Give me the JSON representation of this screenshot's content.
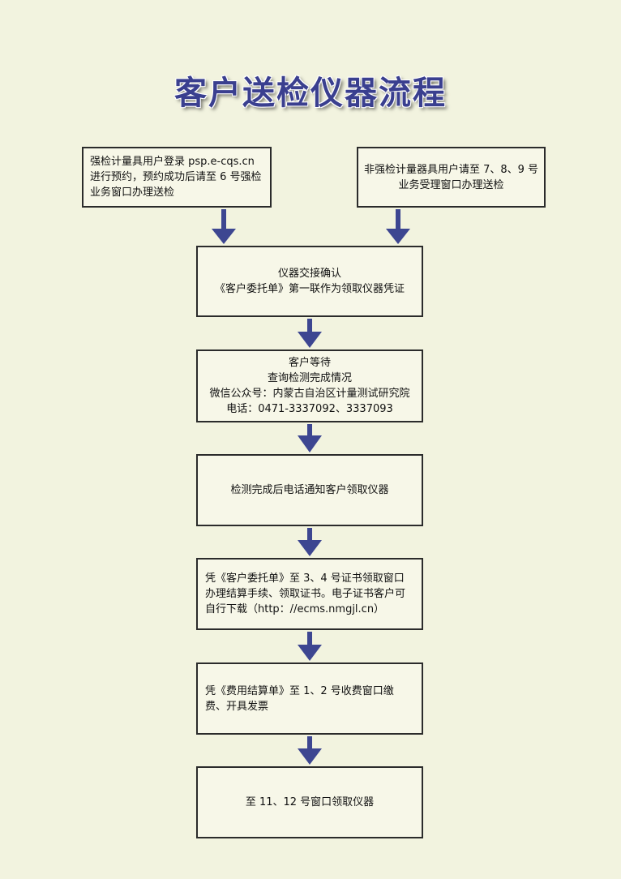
{
  "title": "客户送检仪器流程",
  "steps": {
    "top_left": "强检计量具用户登录 psp.e-cqs.cn\n进行预约，预约成功后请至 6 号强检\n业务窗口办理送检",
    "top_right": "非强检计量器具用户请至 7、8、9 号\n业务受理窗口办理送检",
    "handover": "仪器交接确认\n《客户委托单》第一联作为领取仪器凭证",
    "wait": "客户等待\n查询检测完成情况\n微信公众号：内蒙古自治区计量测试研究院\n电话：0471-3337092、3337093",
    "notify": "检测完成后电话通知客户领取仪器",
    "settle": "凭《客户委托单》至 3、4 号证书领取窗口办理结算手续、领取证书。电子证书客户可自行下载（http：//ecms.nmgjl.cn）",
    "pay": "凭《费用结算单》至 1、2 号收费窗口缴费、开具发票",
    "collect": "至 11、12 号窗口领取仪器"
  },
  "colors": {
    "background": "#f2f3df",
    "title": "#3a3f8f",
    "arrow": "#3d4691",
    "box_border": "#2b2b2b"
  }
}
